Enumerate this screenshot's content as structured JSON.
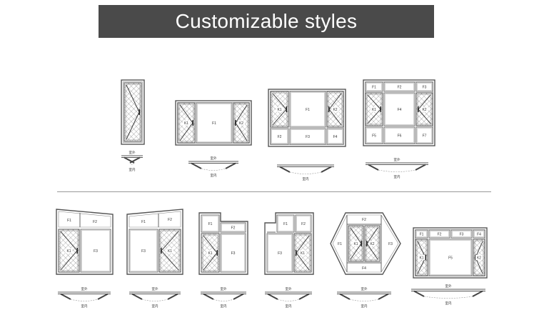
{
  "banner": {
    "title": "Customizable styles"
  },
  "colors": {
    "banner_bg": "#4a4a4a",
    "banner_text": "#ffffff",
    "line": "#555555",
    "divider": "#9a9a9a"
  },
  "diagrams": [
    {
      "id": "w1",
      "labels": {
        "panes": [],
        "outside": "室外",
        "inside": "室内"
      }
    },
    {
      "id": "w2",
      "labels": {
        "panes": [
          "K1",
          "F1",
          "K2"
        ],
        "outside": "室外",
        "inside": "室内"
      }
    },
    {
      "id": "w3",
      "labels": {
        "panes": [
          "K1",
          "F1",
          "K2",
          "F2",
          "F3",
          "F4"
        ],
        "outside": "",
        "inside": "室内"
      }
    },
    {
      "id": "w4",
      "labels": {
        "panes": [
          "F1",
          "F2",
          "F3",
          "K1",
          "F4",
          "K2",
          "F5",
          "F6",
          "F7"
        ],
        "outside": "室外",
        "inside": "室内"
      }
    },
    {
      "id": "w5",
      "labels": {
        "panes": [
          "F1",
          "F2",
          "K1",
          "F3"
        ],
        "outside": "室外",
        "inside": "室内"
      }
    },
    {
      "id": "w6",
      "labels": {
        "panes": [
          "F1",
          "F2",
          "F3",
          "K1"
        ],
        "outside": "室外",
        "inside": "室内"
      }
    },
    {
      "id": "w7",
      "labels": {
        "panes": [
          "F1",
          "F2",
          "K1",
          "F3"
        ],
        "outside": "室外",
        "inside": "室内"
      }
    },
    {
      "id": "w8",
      "labels": {
        "panes": [
          "F1",
          "F2",
          "F3",
          "K1"
        ],
        "outside": "室外",
        "inside": "室内"
      }
    },
    {
      "id": "w9",
      "labels": {
        "panes": [
          "F2",
          "F3",
          "F1",
          "K1",
          "K2",
          "F4"
        ],
        "outside": "室外",
        "inside": "室内"
      }
    },
    {
      "id": "w10",
      "labels": {
        "panes": [
          "F1",
          "F2",
          "F3",
          "F4",
          "K1",
          "F5",
          "K2"
        ],
        "outside": "室外",
        "inside": "室内"
      }
    }
  ]
}
